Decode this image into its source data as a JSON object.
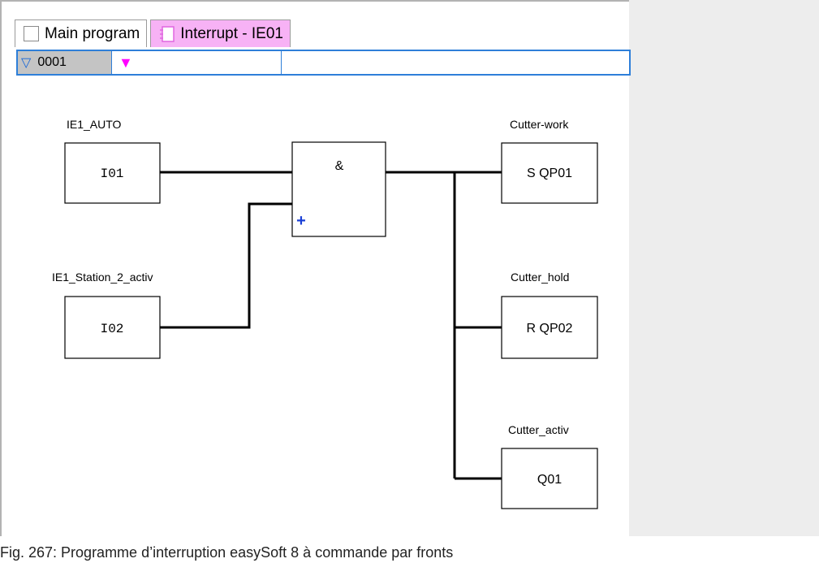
{
  "tabs": [
    {
      "label": "Main program"
    },
    {
      "label": "Interrupt - IE01"
    }
  ],
  "rung": {
    "number": "0001"
  },
  "diagram": {
    "inputs": [
      {
        "operand": "I01",
        "comment": "IE1_AUTO"
      },
      {
        "operand": "I02",
        "comment": "IE1_Station_2_activ"
      }
    ],
    "and_gate": {
      "symbol": "&",
      "plus": "+"
    },
    "outputs": [
      {
        "operand": "S QP01",
        "comment": "Cutter-work"
      },
      {
        "operand": "R QP02",
        "comment": "Cutter_hold"
      },
      {
        "operand": "Q01",
        "comment": "Cutter_activ"
      }
    ]
  },
  "caption": "Fig. 267:  Programme d’interruption easySoft 8 à commande par fronts",
  "colors": {
    "tab_interrupt_bg": "#f7b2f5",
    "rung_border": "#2e7fd9",
    "marker": "#ff00ff",
    "plus": "#1a3fd6"
  }
}
